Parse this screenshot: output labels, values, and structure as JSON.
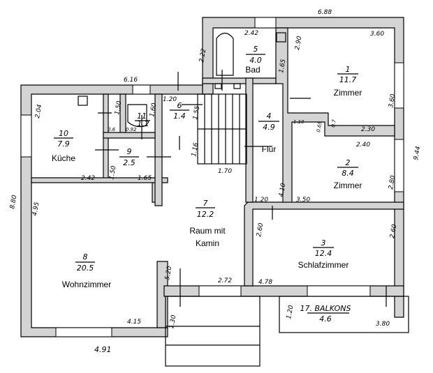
{
  "rooms": [
    {
      "number": "1",
      "area": "11.7",
      "name": "Zimmer"
    },
    {
      "number": "2",
      "area": "8.4",
      "name": "Zimmer"
    },
    {
      "number": "3",
      "area": "12.4",
      "name": "Schlafzimmer"
    },
    {
      "number": "4",
      "area": "4.9",
      "name": "Flur"
    },
    {
      "number": "5",
      "area": "4.0",
      "name": "Bad"
    },
    {
      "number": "6",
      "area": "1.4"
    },
    {
      "number": "7",
      "area": "12.2",
      "name_line1": "Raum mit",
      "name_line2": "Kamin"
    },
    {
      "number": "8",
      "area": "20.5",
      "name": "Wohnzimmer"
    },
    {
      "number": "9",
      "area": "2.5"
    },
    {
      "number": "10",
      "area": "7.9",
      "name": "Küche"
    },
    {
      "number": "11",
      "area": "1.2"
    },
    {
      "number": "17. BALKONS",
      "area": "4.6"
    }
  ],
  "dimensions": {
    "top_total": "6.88",
    "left_top": "6.16",
    "left_total": "8.80",
    "right_total": "9.44",
    "bath_width": "2.42",
    "bath_height": "1.65",
    "bath_side": "2.22",
    "room1_width": "3.60",
    "room1_left": "2.90",
    "room1_right": "3.60",
    "room2_top": "2.40",
    "room2_notch_w": "1.10",
    "room2_notch_h": "0.65",
    "room2_notch_h2": "0.7",
    "room1_bottom": "2.30",
    "room2_right": "2.80",
    "room2_bottom": "3.50",
    "flur_len": "4.10",
    "flur_w": "1.20",
    "stair_w": "1.70",
    "stair_h": "1.16",
    "hall6_w": "1.20",
    "hall6_h": "1.55",
    "wc_h": "1.60",
    "wc_w": "0.92",
    "closet_w": "0.6",
    "closet_h": "1.50",
    "kitchen_w": "2.42",
    "kitchen_h": "2.04",
    "room9_h": "1.50",
    "room9_w": "1.65",
    "living_h": "4.95",
    "living_w": "4.15",
    "living_total": "4.91",
    "kamin_h": "5.20",
    "kamin_w": "2.72",
    "entry_h": "1.30",
    "bed_left": "2.60",
    "bed_right": "2.60",
    "bed_w": "4.78",
    "balcony_h": "1.20",
    "balcony_w": "3.80"
  }
}
